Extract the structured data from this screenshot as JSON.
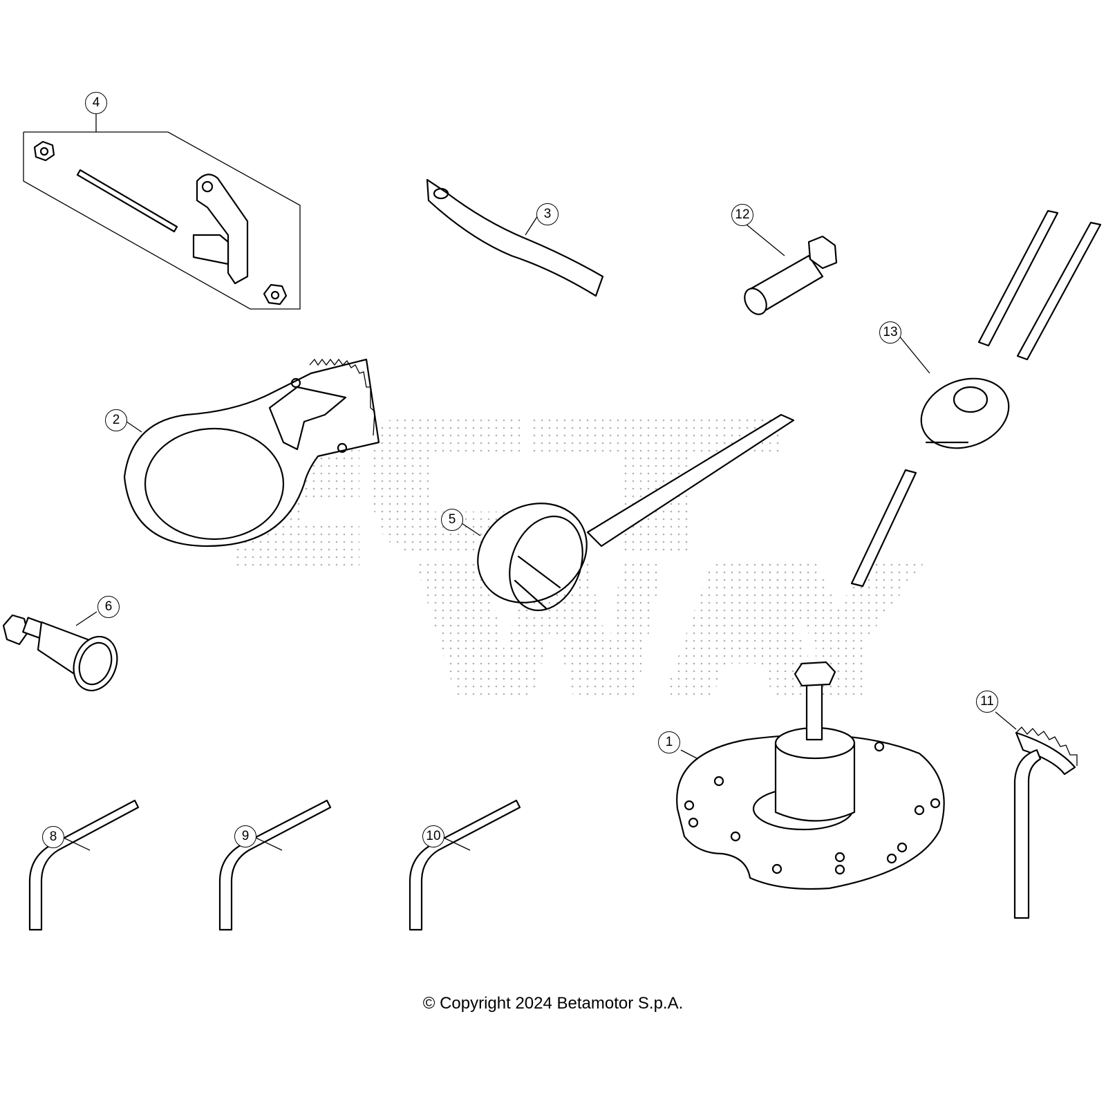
{
  "diagram": {
    "callouts": [
      "1",
      "2",
      "3",
      "4",
      "5",
      "6",
      "8",
      "9",
      "10",
      "11",
      "12",
      "13"
    ],
    "copyright": "© Copyright 2024 Betamotor S.p.A."
  },
  "colors": {
    "line": "#000000",
    "background": "#ffffff",
    "watermark": "#bdbdbd"
  }
}
